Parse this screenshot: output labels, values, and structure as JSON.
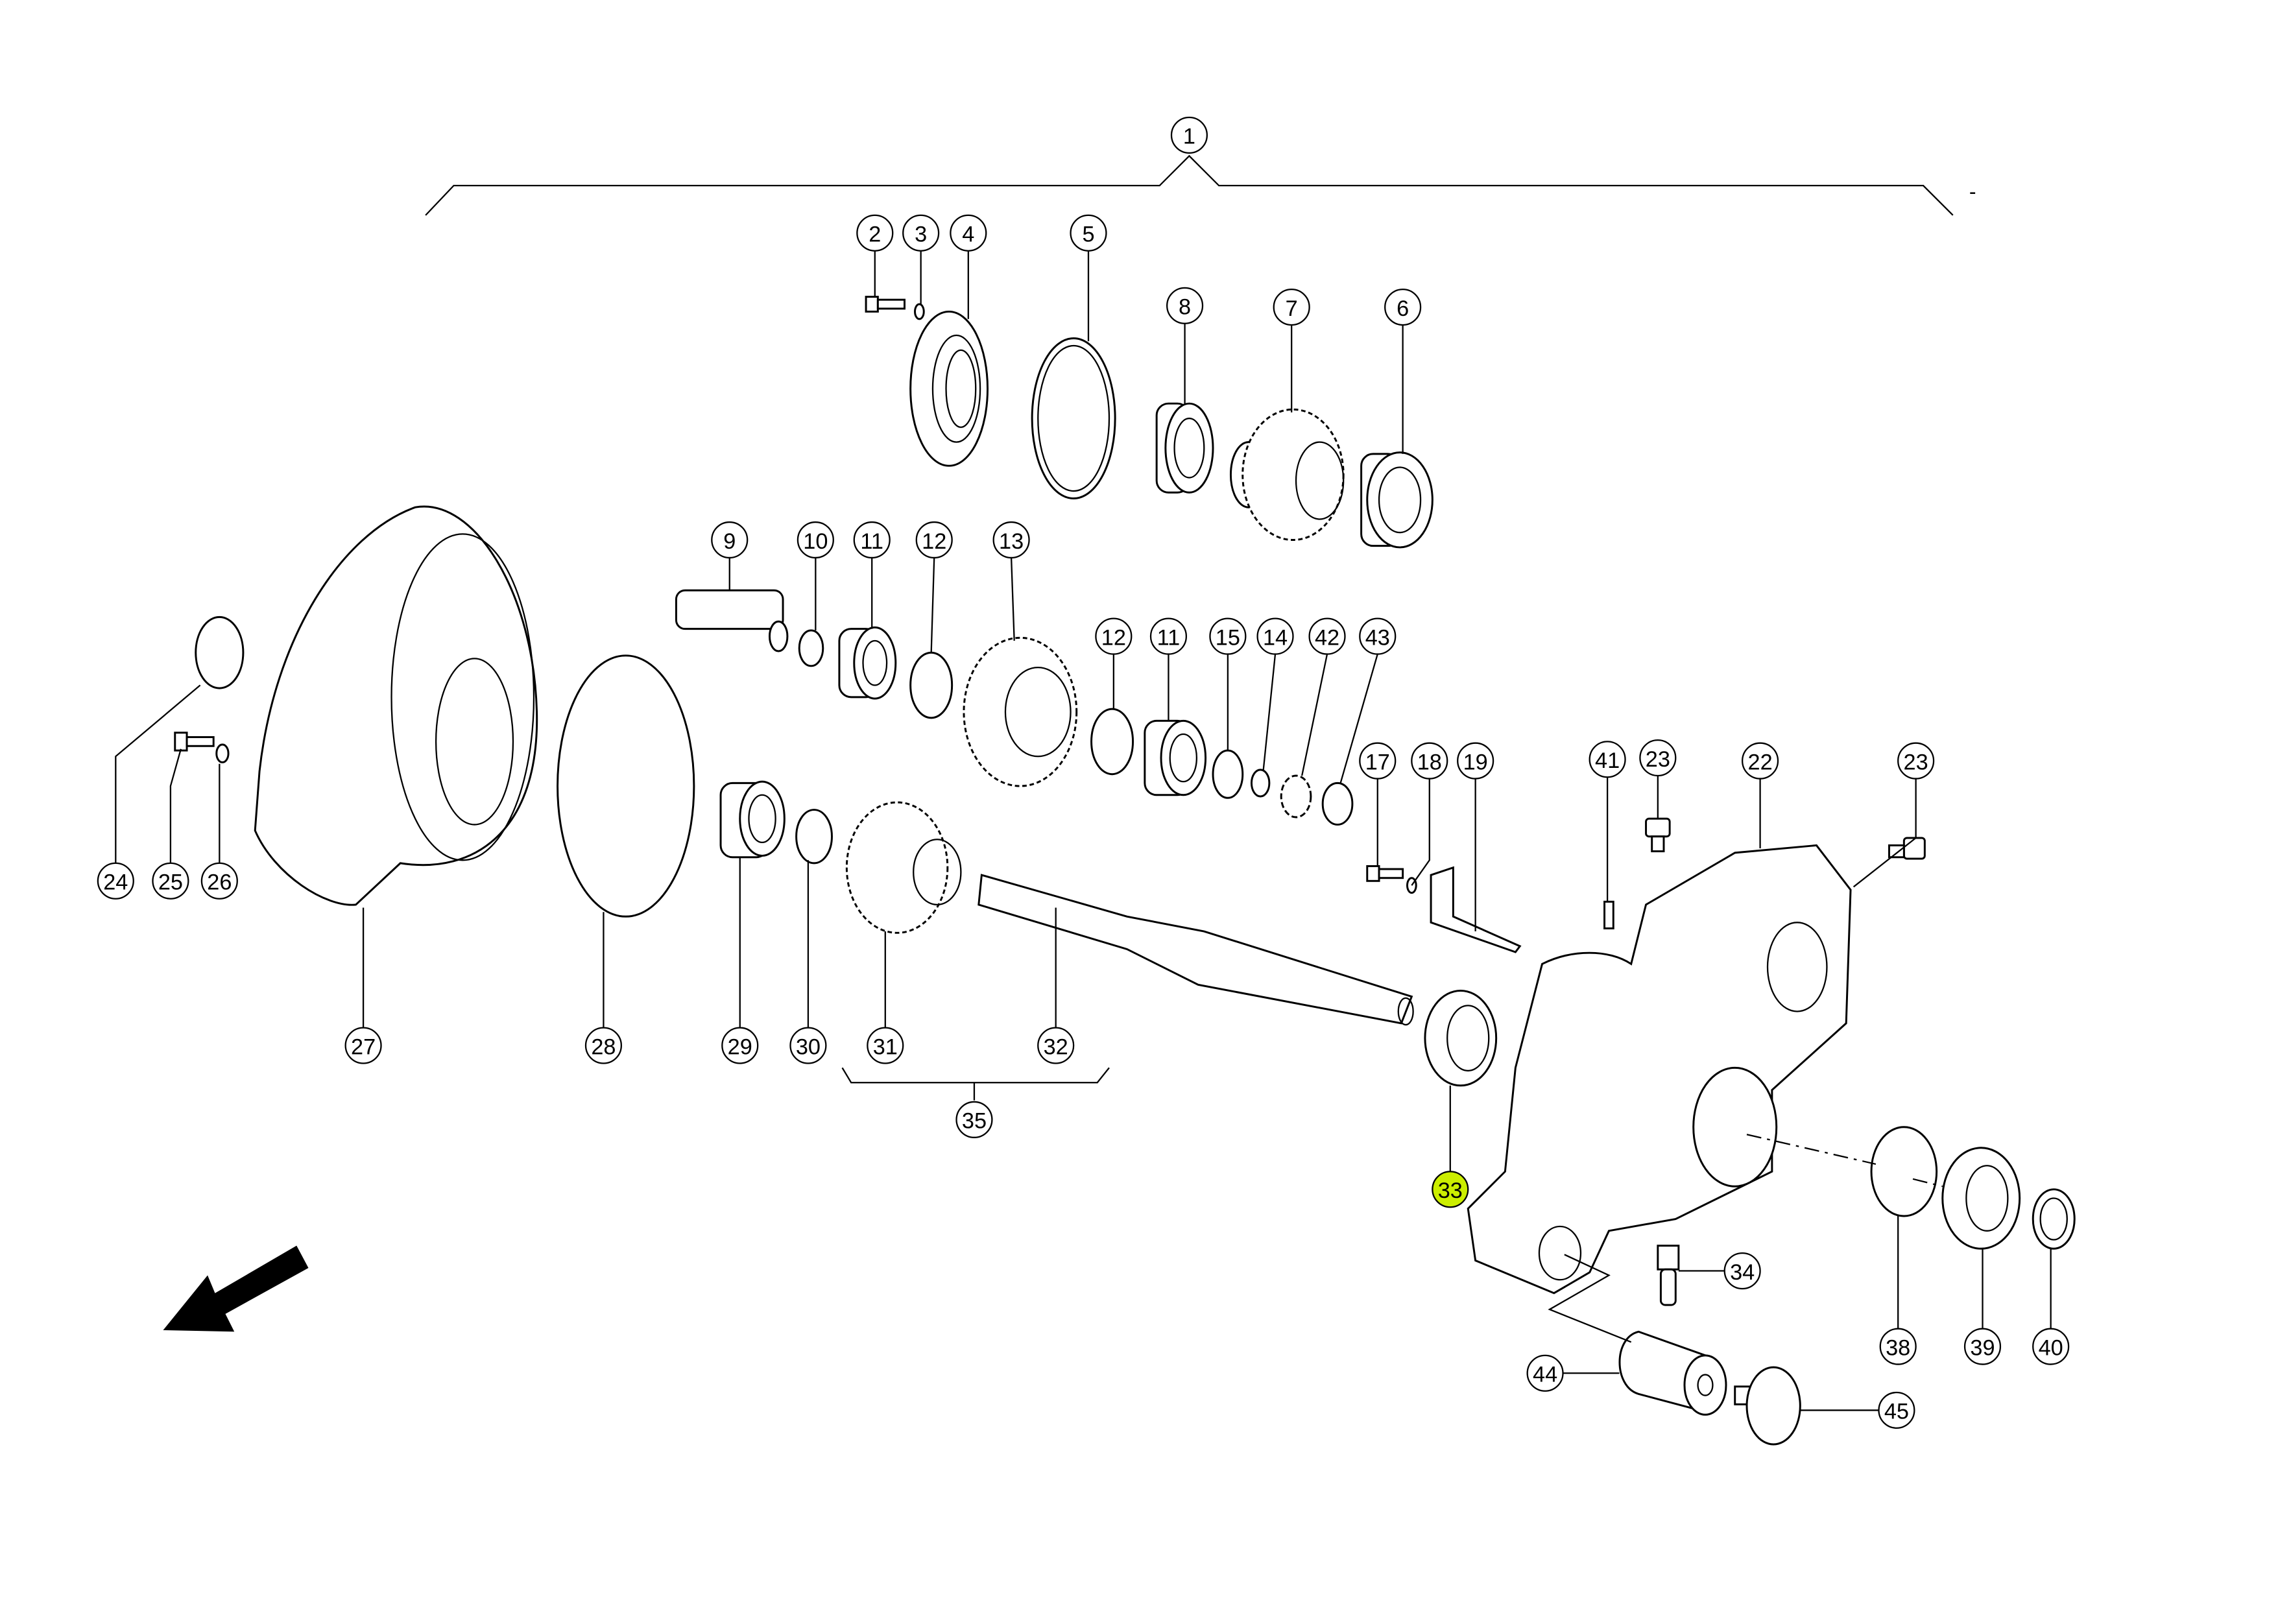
{
  "diagram": {
    "title": "Exploded parts diagram - gearbox assembly",
    "highlight_color": "#ccee00",
    "dash_mark": "-",
    "direction_icon": "arrow-down-left-icon",
    "callouts": [
      "1",
      "2",
      "3",
      "4",
      "5",
      "8",
      "7",
      "6",
      "9",
      "10",
      "11",
      "12",
      "13",
      "12",
      "11",
      "15",
      "14",
      "42",
      "43",
      "17",
      "18",
      "19",
      "41",
      "23",
      "22",
      "23",
      "24",
      "25",
      "26",
      "27",
      "28",
      "29",
      "30",
      "31",
      "32",
      "35",
      "33",
      "34",
      "38",
      "39",
      "40",
      "44",
      "45"
    ],
    "selected_callout": "33"
  }
}
